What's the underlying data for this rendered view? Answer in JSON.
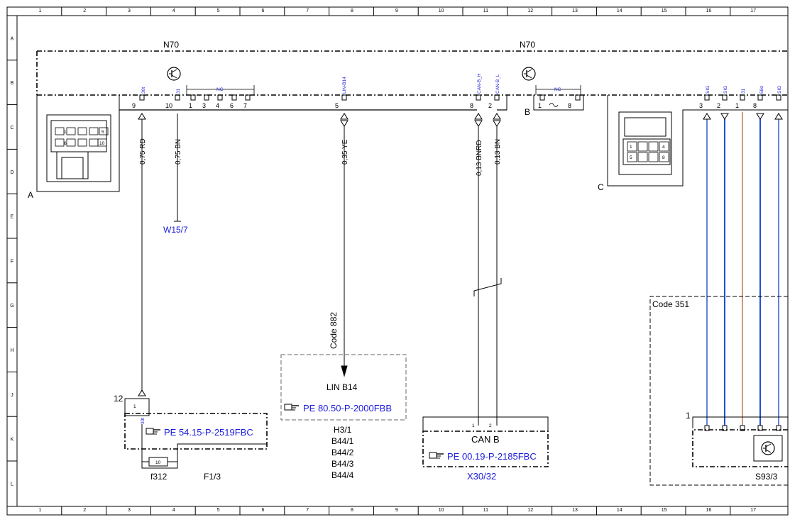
{
  "grid": {
    "columns": [
      "1",
      "2",
      "3",
      "4",
      "5",
      "6",
      "7",
      "8",
      "9",
      "10",
      "11",
      "12",
      "13",
      "14",
      "15",
      "16",
      "17"
    ],
    "rows": [
      "A",
      "B",
      "C",
      "D",
      "E",
      "F",
      "G",
      "H",
      "J",
      "K",
      "L"
    ]
  },
  "module": {
    "name_left": "N70",
    "name_right": "N70",
    "connector_a": "A",
    "connector_b": "B",
    "connector_c": "C"
  },
  "connector_a_view": {
    "cells": [
      "1",
      "5",
      "6",
      "10"
    ]
  },
  "connector_c_view": {
    "cells": [
      "1",
      "4",
      "5",
      "8"
    ]
  },
  "pins": {
    "p9": "9",
    "p10": "10",
    "p1": "1",
    "p3": "3",
    "p4": "4",
    "p6": "6",
    "p7": "7",
    "p5": "5",
    "p8": "8",
    "p2": "2",
    "b1": "1",
    "b8": "8",
    "c3": "3",
    "c2": "2",
    "c1": "1",
    "c8": "8"
  },
  "pin_labels": {
    "p9": "30t",
    "p10": "31",
    "nc_a": "NC",
    "p5": "LIN-B14",
    "p8": "CAN-B_H",
    "p2": "CAN-B_L",
    "nc_b": "NC",
    "c3": "SIG",
    "c2": "SIG",
    "c1": "31",
    "c8": "58d",
    "c_extra": "SIG"
  },
  "wires": {
    "w9": "0,75 RD",
    "w10": "0,75 BN",
    "w5": "0,35 YE",
    "w8": "0,13 BNRD",
    "w2": "0,13 BN"
  },
  "ground": "W15/7",
  "fuse_block": {
    "pin": "12",
    "pin_label": "30t",
    "pin_top": "1",
    "ref": "PE 54.15-P-2519FBC",
    "fuse": "10",
    "fuse_name": "f312",
    "name": "F1/3"
  },
  "lin": {
    "code": "Code 882",
    "title": "LIN B14",
    "ref": "PE 80.50-P-2000FBB",
    "components": [
      "H3/1",
      "B44/1",
      "B44/2",
      "B44/3",
      "B44/4"
    ]
  },
  "can": {
    "pin1": "1",
    "pin2": "2",
    "title": "CAN B",
    "ref": "PE 00.19-P-2185FBC",
    "name": "X30/32"
  },
  "code351": {
    "label": "Code 351",
    "pin": "1",
    "name": "S93/3"
  },
  "colors": {
    "line": "#000000",
    "link_blue": "#1a1adc",
    "wire_blue": "#1f4fd0",
    "wire_brown": "#b5724a"
  },
  "icons": [
    "hand-pointer-icon",
    "transistor-icon"
  ]
}
